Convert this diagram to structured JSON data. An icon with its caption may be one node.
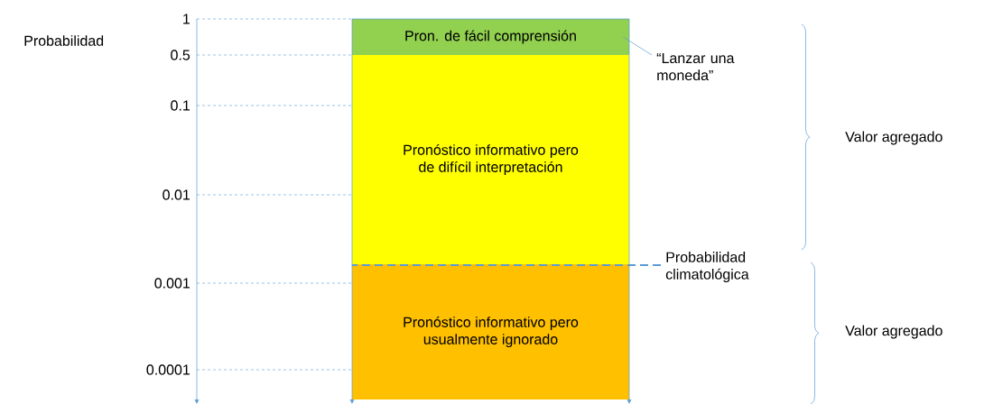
{
  "diagram": {
    "nodes": [
      {
        "text": [
          "Pron. de fácil comprensión"
        ]
      },
      {
        "text": [
          "Pronóstico informativo pero de difícil interpretación"
        ]
      },
      {
        "text": [
          "Pronóstico informativo pero usualmente ignorado"
        ]
      },
      {
        "text": [
          "“Lanzar una moneda”"
        ]
      },
      {
        "text": [
          "Probabilidad climatológica"
        ]
      }
    ],
    "edges": [
      {
        "from": 3,
        "to": 0,
        "arrow": "none"
      },
      {
        "from": 4,
        "to": 1,
        "arrow": "none",
        "style": "dashed"
      }
    ],
    "labels": [
      "1",
      "Probabilidad",
      "0.5",
      "0.1",
      "Valor agregado",
      "0.01",
      "0.001",
      "Valor agregado",
      "0.0001"
    ]
  }
}
